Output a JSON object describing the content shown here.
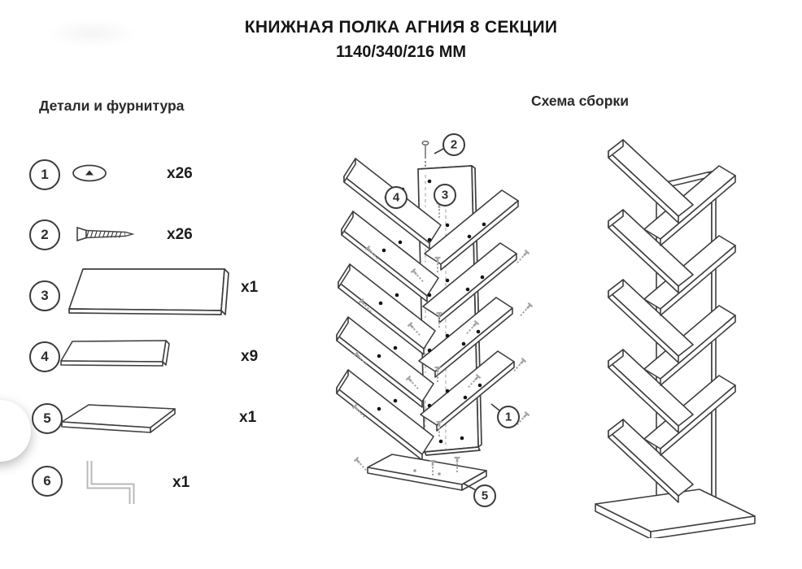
{
  "title": {
    "line1": "КНИЖНАЯ ПОЛКА АГНИЯ 8 СЕКЦИИ",
    "line2": "1140/340/216 ММ"
  },
  "headings": {
    "parts": "Детали и фурнитура",
    "assembly": "Схема сборки"
  },
  "parts": [
    {
      "num": "1",
      "icon": "cam-cap-icon",
      "count": "x26"
    },
    {
      "num": "2",
      "icon": "screw-icon",
      "count": "x26"
    },
    {
      "num": "3",
      "icon": "back-panel-icon",
      "count": "x1"
    },
    {
      "num": "4",
      "icon": "shelf-panel-icon",
      "count": "x9"
    },
    {
      "num": "5",
      "icon": "base-panel-icon",
      "count": "x1"
    },
    {
      "num": "6",
      "icon": "allen-key-icon",
      "count": "x1"
    }
  ],
  "callouts": {
    "c1": "1",
    "c2": "2",
    "c3": "3",
    "c4": "4",
    "c5": "5"
  },
  "colors": {
    "line": "#3f3f3f",
    "text": "#1d1d1d",
    "hardware_grey": "#a6a6a6"
  }
}
